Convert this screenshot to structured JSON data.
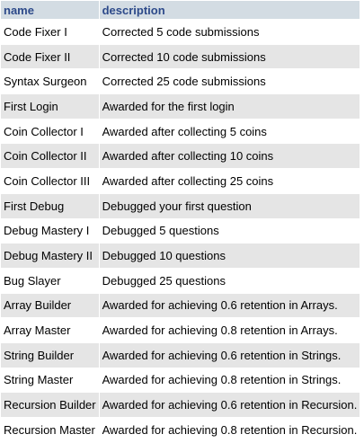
{
  "table": {
    "headers": {
      "name": "name",
      "description": "description"
    },
    "rows": [
      {
        "name": "Code Fixer I",
        "description": "Corrected 5 code submissions"
      },
      {
        "name": "Code Fixer II",
        "description": "Corrected 10 code submissions"
      },
      {
        "name": "Syntax Surgeon",
        "description": "Corrected 25 code submissions"
      },
      {
        "name": "First Login",
        "description": "Awarded for the first login"
      },
      {
        "name": "Coin Collector I",
        "description": "Awarded after collecting 5 coins"
      },
      {
        "name": "Coin Collector II",
        "description": "Awarded after collecting 10 coins"
      },
      {
        "name": "Coin Collector III",
        "description": "Awarded after collecting 25 coins"
      },
      {
        "name": "First Debug",
        "description": "Debugged your first question"
      },
      {
        "name": "Debug Mastery I",
        "description": "Debugged 5 questions"
      },
      {
        "name": "Debug Mastery II",
        "description": "Debugged 10 questions"
      },
      {
        "name": "Bug Slayer",
        "description": "Debugged 25 questions"
      },
      {
        "name": "Array Builder",
        "description": "Awarded for achieving 0.6 retention in Arrays."
      },
      {
        "name": "Array Master",
        "description": "Awarded for achieving 0.8 retention in Arrays."
      },
      {
        "name": "String Builder",
        "description": "Awarded for achieving 0.6 retention in Strings."
      },
      {
        "name": "String Master",
        "description": "Awarded for achieving 0.8 retention in Strings."
      },
      {
        "name": "Recursion Builder",
        "description": "Awarded for achieving 0.6 retention in Recursion."
      },
      {
        "name": "Recursion Master",
        "description": "Awarded for achieving 0.8 retention in Recursion."
      }
    ]
  },
  "colors": {
    "header_background": "#d3dce3",
    "header_text": "#2d4a8a",
    "row_odd": "#ffffff",
    "row_even": "#e5e5e5"
  }
}
